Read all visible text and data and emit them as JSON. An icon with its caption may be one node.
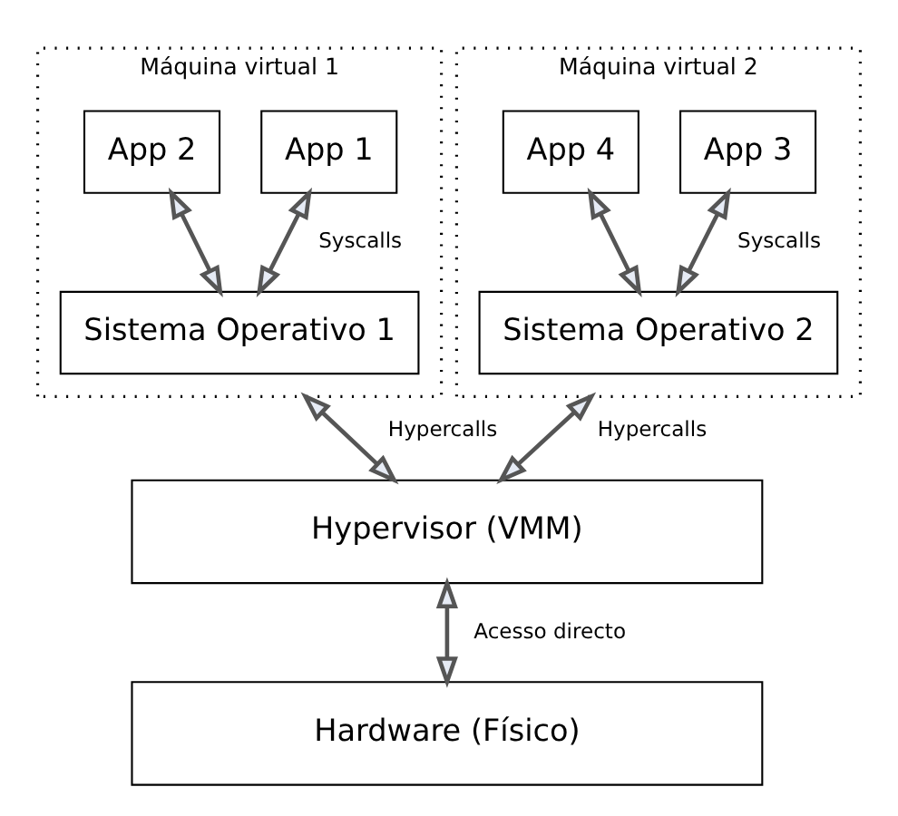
{
  "diagram": {
    "nodes": [
      {
        "text": [
          "Máquina virtual 1"
        ]
      },
      {
        "text": [
          "App 1"
        ],
        "in": 0
      },
      {
        "text": [
          "App 2"
        ],
        "in": 0
      },
      {
        "text": [
          "Sistema Operativo 1"
        ],
        "in": 0
      },
      {
        "text": [
          "Máquina virtual 2"
        ]
      },
      {
        "text": [
          "App 3"
        ],
        "in": 4
      },
      {
        "text": [
          "App 4"
        ],
        "in": 4
      },
      {
        "text": [
          "Sistema Operativo 2"
        ],
        "in": 4
      },
      {
        "text": [
          "Hypervisor (VMM)"
        ]
      },
      {
        "text": [
          "Hardware (Físico)"
        ]
      }
    ],
    "edges": [
      {
        "from": 1,
        "to": 3,
        "arrow": "both",
        "label": "Syscalls"
      },
      {
        "from": 2,
        "to": 3,
        "arrow": "both"
      },
      {
        "from": 5,
        "to": 7,
        "arrow": "both",
        "label": "Syscalls"
      },
      {
        "from": 6,
        "to": 7,
        "arrow": "both"
      },
      {
        "from": 0,
        "to": 8,
        "arrow": "both",
        "label": "Hypercalls"
      },
      {
        "from": 4,
        "to": 8,
        "arrow": "both",
        "label": "Hypercalls"
      },
      {
        "from": 8,
        "to": 9,
        "arrow": "both",
        "label": "Acesso directo"
      }
    ]
  }
}
